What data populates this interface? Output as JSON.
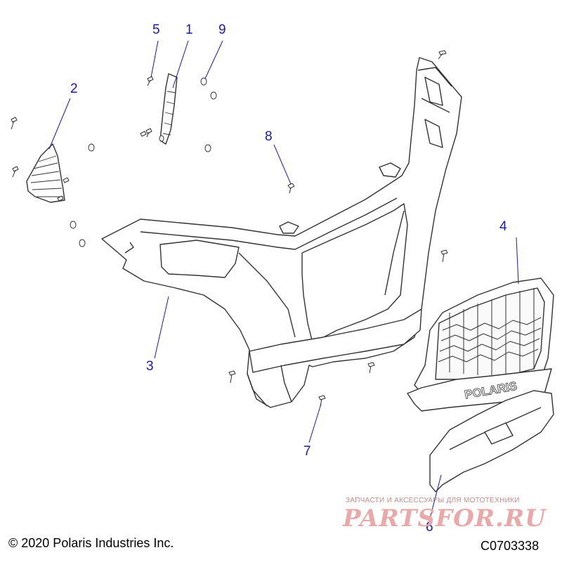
{
  "callouts": {
    "c1": "1",
    "c2": "2",
    "c3": "3",
    "c4": "4",
    "c5": "5",
    "c6": "6",
    "c7": "7",
    "c8": "8",
    "c9": "9"
  },
  "footer": {
    "copyright": "© 2020 Polaris Industries Inc.",
    "part_code": "C0703338"
  },
  "grille_logo": "POLARIS",
  "watermark": {
    "tagline": "ЗАПЧАСТИ И АКСЕССУАРЫ ДЛЯ МОТОТЕХНИКИ",
    "logo": "PARTSFOR.RU"
  },
  "colors": {
    "callout": "#1a1aa6",
    "line_art": "#333333",
    "watermark": "#e9a9a9"
  }
}
